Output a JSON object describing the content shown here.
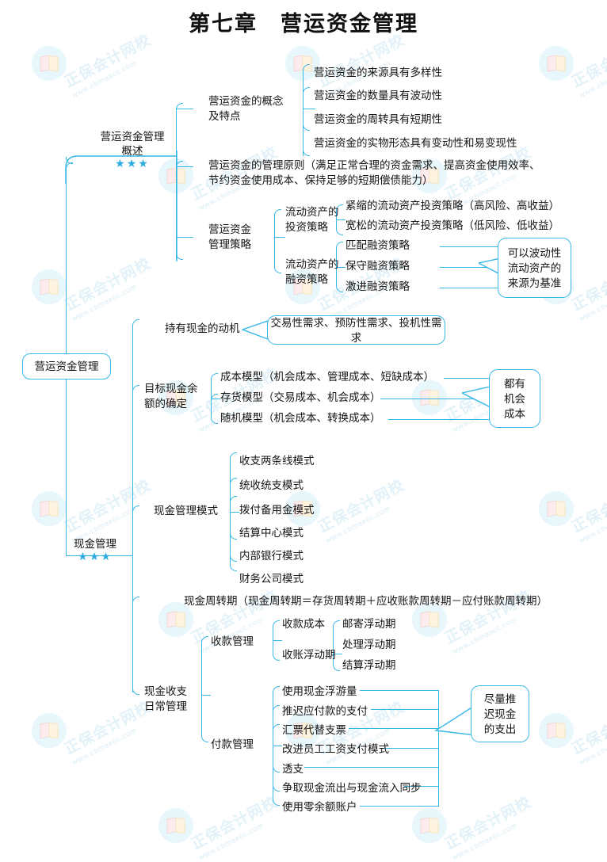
{
  "title": "第七章　营运资金管理",
  "colors": {
    "line": "#35b6e8",
    "star": "#2aace0",
    "text": "#141414",
    "watermark": "#e2f2f8"
  },
  "watermark": {
    "cn": "正保会计网校",
    "en": "www.chinaacc.com"
  },
  "root": {
    "label": "营运资金管理"
  },
  "branches": [
    {
      "name": "营运资金管理概述",
      "label": "营运资金管理\n概述",
      "stars": "★★★"
    },
    {
      "name": "现金管理",
      "label": "现金管理",
      "stars": "★★★"
    }
  ],
  "overview": {
    "concept_node": "营运资金的概念\n及特点",
    "concept_items": [
      "营运资金的来源具有多样性",
      "营运资金的数量具有波动性",
      "营运资金的周转具有短期性",
      "营运资金的实物形态具有变动性和易变现性"
    ],
    "principle": "营运资金的管理原则（满足正常合理的资金需求、提高资金使用效率、\n节约资金使用成本、保持足够的短期偿债能力）",
    "strategy_node": "营运资金\n管理策略",
    "invest_node": "流动资产的\n投资策略",
    "invest_items": [
      "紧缩的流动资产投资策略（高风险、高收益）",
      "宽松的流动资产投资策略（低风险、低收益）"
    ],
    "finance_node": "流动资产的\n融资策略",
    "finance_items": [
      "匹配融资策略",
      "保守融资策略",
      "激进融资策略"
    ],
    "finance_callout": "可以波动性\n流动资产的\n来源为基准"
  },
  "cash": {
    "motive_node": "持有现金的动机",
    "motive_callout": "交易性需求、预防性需求、投机性需求",
    "target_node": "目标现金余\n额的确定",
    "target_items": [
      "成本模型（机会成本、管理成本、短缺成本）",
      "存货模型（交易成本、机会成本）",
      "随机模型（机会成本、转换成本）"
    ],
    "target_callout": "都有\n机会\n成本",
    "mode_node": "现金管理模式",
    "mode_items": [
      "收支两条线模式",
      "统收统支模式",
      "拨付备用金模式",
      "结算中心模式",
      "内部银行模式",
      "财务公司模式"
    ],
    "cycle": "现金周转期（现金周转期＝存货周转期＋应收账款周转期－应付账款周转期）",
    "daily_node": "现金收支\n日常管理",
    "collect_node": "收款管理",
    "collect_items": [
      "收款成本",
      "收账浮动期"
    ],
    "float_items": [
      "邮寄浮动期",
      "处理浮动期",
      "结算浮动期"
    ],
    "pay_node": "付款管理",
    "pay_items": [
      "使用现金浮游量",
      "推迟应付款的支付",
      "汇票代替支票",
      "改进员工工资支付模式",
      "透支",
      "争取现金流出与现金流入同步",
      "使用零余额账户"
    ],
    "pay_callout": "尽量推\n迟现金\n的支出"
  }
}
